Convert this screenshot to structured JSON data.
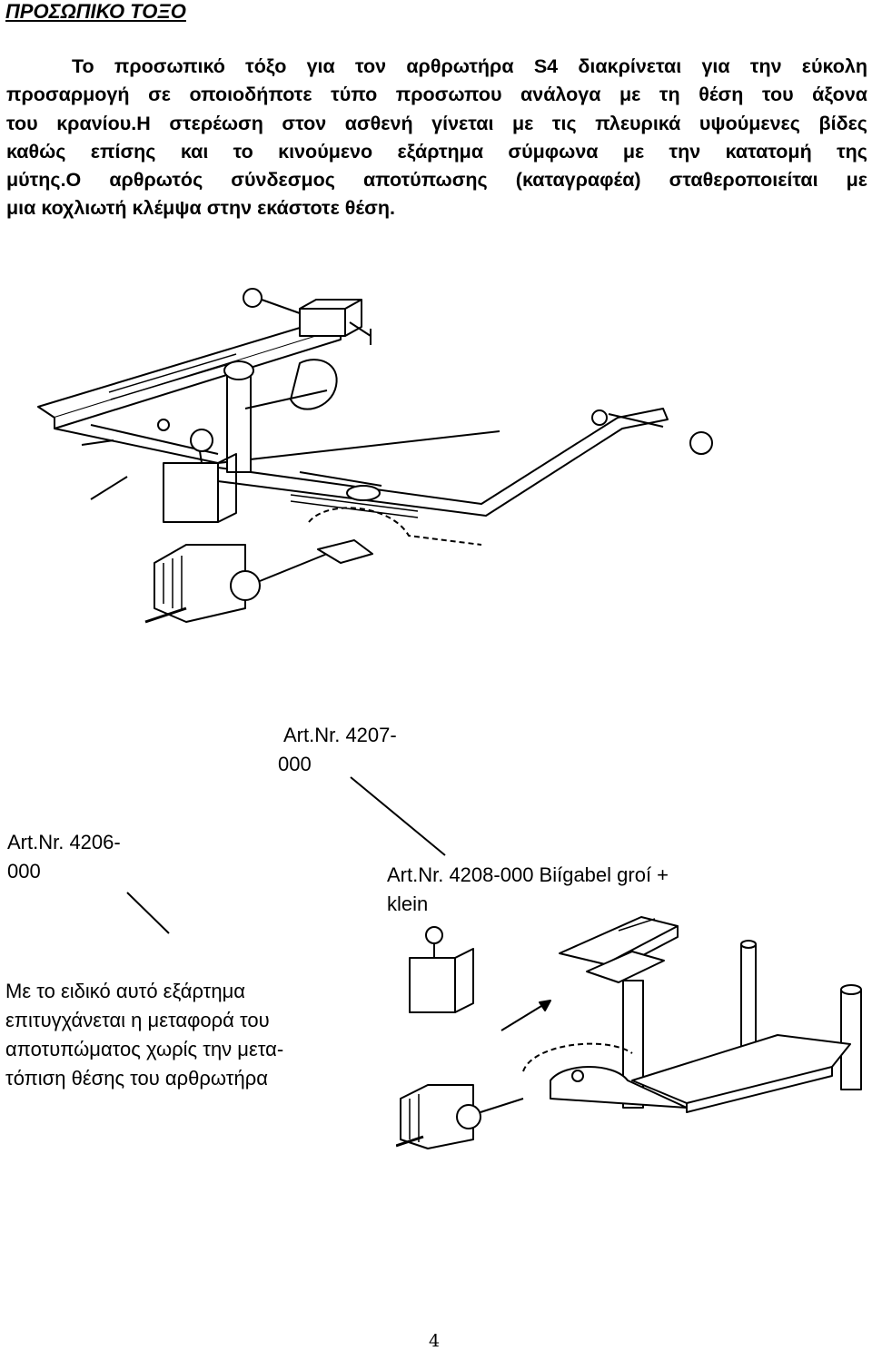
{
  "title": "ΠΡΟΣΩΠΙΚΟ ΤΟΞΟ",
  "paragraph_lines": [
    "Το προσωπικό τόξο για τον αρθρωτήρα S4 διακρίνεται για την εύκολη",
    "προσαρμογή σε οποιοδήποτε τύπο προσωπου ανάλογα με τη θέση του άξονα",
    "του κρανίου.Η στερέωση στον ασθενή γίνεται με τις πλευρικά υψούμενες βίδες",
    "καθώς επίσης και το κινούμενο εξάρτημα σύμφωνα με την κατατομή της",
    "μύτης.Ο αρθρωτός σύνδεσμος αποτύπωσης (καταγραφέα) σταθεροποιείται με",
    "μια κοχλιωτή κλέμψα στην εκάστοτε θέση."
  ],
  "captions": {
    "art_4207": [
      "Art.Nr. 4207-",
      "000"
    ],
    "art_4206": [
      "Art.Nr. 4206-",
      "000"
    ],
    "art_4208": [
      "Art.Nr. 4208-000 Biígabel groí +",
      "klein"
    ]
  },
  "note_lines": [
    "Με το ειδικό αυτό εξάρτημα",
    "επιτυγχάνεται η μεταφορά του",
    "αποτυπώματος χωρίς την μετα-",
    "τόπιση θέσης του αρθρωτήρα"
  ],
  "page_number": "4",
  "colors": {
    "text": "#000000",
    "background": "#ffffff",
    "drawing_line": "#000000"
  }
}
